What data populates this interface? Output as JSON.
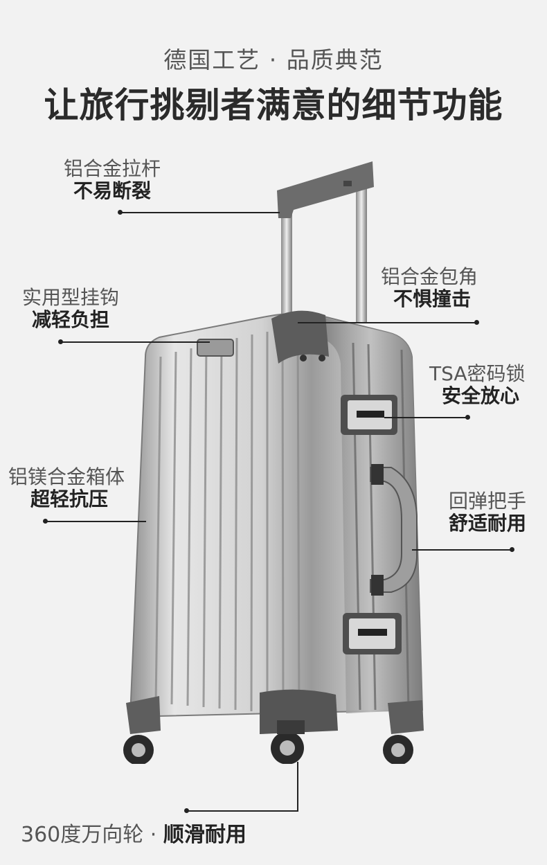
{
  "header": {
    "subtitle": "德国工艺 · 品质典范",
    "title": "让旅行挑剔者满意的细节功能"
  },
  "features": {
    "handle_bar": {
      "name": "铝合金拉杆",
      "benefit": "不易断裂"
    },
    "hook": {
      "name": "实用型挂钩",
      "benefit": "减轻负担"
    },
    "shell": {
      "name": "铝镁合金箱体",
      "benefit": "超轻抗压"
    },
    "corner": {
      "name": "铝合金包角",
      "benefit": "不惧撞击"
    },
    "lock": {
      "name": "TSA密码锁",
      "benefit": "安全放心"
    },
    "grip": {
      "name": "回弹把手",
      "benefit": "舒适耐用"
    }
  },
  "footer": {
    "wheels_name": "360度万向轮 · ",
    "wheels_benefit": "顺滑耐用"
  },
  "colors": {
    "background": "#f2f2f2",
    "text_dark": "#222222",
    "text_light": "#555555",
    "aluminum": "#b9b9b9"
  }
}
